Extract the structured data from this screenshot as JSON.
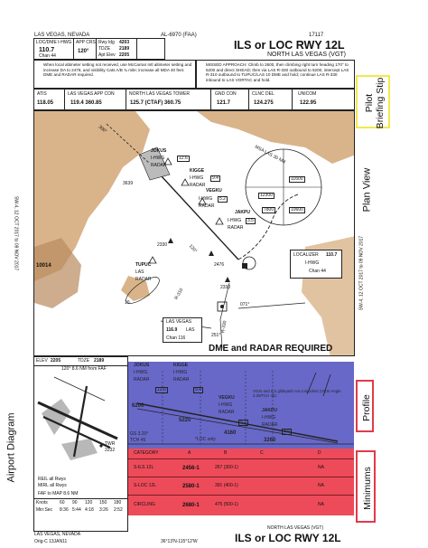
{
  "header": {
    "location": "LAS VEGAS, NEVADA",
    "chart_number": "AL-6970 (FAA)",
    "date_code": "17117",
    "title": "ILS or LOC RWY 12L",
    "airport": "NORTH LAS VEGAS (VGT)"
  },
  "briefing": {
    "loc_label": "LOC/DME I-HWG",
    "loc_freq": "110.7",
    "loc_chan": "Chan 44",
    "app_crs_label": "APP CRS",
    "app_crs": "120°",
    "rwy_ldg_label": "Rwy ldg",
    "rwy_ldg": "4203",
    "tdze_label": "TDZE",
    "tdze": "2189",
    "apt_elev_label": "Apt Elev",
    "apt_elev": "2205",
    "note_left": "When local altimeter setting not received, use McCarran Intl altimeter setting and increase DA to 2478, and visibility Cats A/B ¾ mile; increase all MDA 40 feet. DME and RADAR required.",
    "note_right": "MISSED APPROACH: Climb to 2600, then climbing right turn heading 170° to 6200 and direct SHEAD; then via LAS R-330 outbound to 6200, intercept LAS R-310 outbound to TUPUC/LAS 10 DME and hold; continue LAS R-330 inbound to LAS VORTAC and hold.",
    "freqs": [
      {
        "label": "ATIS",
        "value": "118.05"
      },
      {
        "label": "LAS VEGAS APP CON",
        "value": "119.4  360.85"
      },
      {
        "label": "NORTH LAS VEGAS TOWER",
        "value": "125.7 (CTAF)  360.75"
      },
      {
        "label": "GND CON",
        "value": "121.7"
      },
      {
        "label": "CLNC DEL",
        "value": "124.275"
      },
      {
        "label": "UNICOM",
        "value": "122.95"
      }
    ]
  },
  "plan": {
    "fixes": [
      "JOKUS",
      "I-HWG",
      "RADAR",
      "KIGGE",
      "I-HWG",
      "RADAR",
      "VEGKU",
      "I-HWG",
      "RADAR",
      "JAKPU",
      "I-HWG",
      "RADAR",
      "TUPUC",
      "LAS",
      "RADAR"
    ],
    "dist": [
      "12.6",
      "9.4",
      "5.2",
      "3.5"
    ],
    "elevs": [
      "3639",
      "2330",
      "2476",
      "2330"
    ],
    "heading": "300°",
    "radial_310": "R-310",
    "dme_310": "10",
    "heading_outbound": "120°",
    "msa_label": "MSA LAS 30 NM",
    "msa_alts": [
      "12300",
      "11600",
      "7800",
      "10600"
    ],
    "loc_box_label": "LOCALIZER",
    "loc_box_freq": "110.7",
    "loc_box_id": "I-HWG",
    "loc_box_chan": "Chan 44",
    "vortac_name": "LAS VEGAS",
    "vortac_freq": "116.9",
    "vortac_id": "LAS",
    "vortac_chan": "Chan 116",
    "radial_330": "R-330",
    "radial_251": "251°",
    "radial_071": "071°",
    "hi_elev": "10014",
    "requirement": "DME and RADAR REQUIRED",
    "side_date": "SW-4, 12 OCT 2017 to 09 NOV 2017"
  },
  "airport_diagram": {
    "elev_label": "ELEV",
    "elev": "2205",
    "tdze_label": "TDZE",
    "tdze": "2189",
    "faf_note": "120° 8.6 NM from FAF",
    "twr": "TWR",
    "twr_elev": "2232",
    "reil": "REIL all Rwys",
    "mirl": "MIRL all Rwys"
  },
  "profile": {
    "fixes": [
      "JOKUS",
      "I-HWG",
      "RADAR",
      "KIGGE",
      "I-HWG",
      "RADAR",
      "VEGKU",
      "I-HWG",
      "RADAR",
      "JAKPU",
      "I-HWG",
      "RADAR"
    ],
    "alts": [
      "6200",
      "5220",
      "4160",
      "3260"
    ],
    "dists": [
      "12.6",
      "9.4",
      "5.2",
      "3.5"
    ],
    "gs": "GS 3.20°",
    "tch": "TCH 45",
    "loc_only": "*LOC only",
    "note": "VGSI and ILS glidepath not coincident (VGSI Angle 3.20/TCH 45)."
  },
  "minimums": {
    "headers": [
      "CATEGORY",
      "A",
      "B",
      "C",
      "D"
    ],
    "rows": [
      {
        "name": "S-ILS 12L",
        "value": "2456-1",
        "hat": "267 (300-1)",
        "d": "NA"
      },
      {
        "name": "S-LOC 12L",
        "value": "2580-1",
        "hat": "391 (400-1)",
        "d": "NA"
      },
      {
        "name": "CIRCLING",
        "value": "2680-1",
        "hat": "475 (500-1)",
        "d": "NA"
      }
    ]
  },
  "speed_table": {
    "row1": [
      "Knots",
      "60",
      "90",
      "120",
      "150",
      "180"
    ],
    "row2": [
      "Min:Sec",
      "8:36",
      "5:44",
      "4:18",
      "3:26",
      "2:52"
    ],
    "faf_map": "FAF to MAP 8.6 NM"
  },
  "footer": {
    "location": "LAS VEGAS, NEVADA",
    "orig": "Orig-C  13JAN11",
    "coords": "36°13'N-115°12'W",
    "airport": "NORTH LAS VEGAS (VGT)",
    "title": "ILS or LOC RWY 12L"
  },
  "annotations": {
    "pilot_briefing": "Pilot Briefing Stip",
    "plan_view": "Plan View",
    "airport_diagram": "Airport Diagram",
    "profile": "Profile",
    "minimums": "Minimums"
  },
  "colors": {
    "yellow": "#f2e94e",
    "blue_overlay": "#5b5cc4",
    "red_overlay": "#ee4b5a",
    "terrain": "#d9b48a",
    "terrain_dark": "#b88a5e",
    "magenta": "#8a1d6b"
  }
}
